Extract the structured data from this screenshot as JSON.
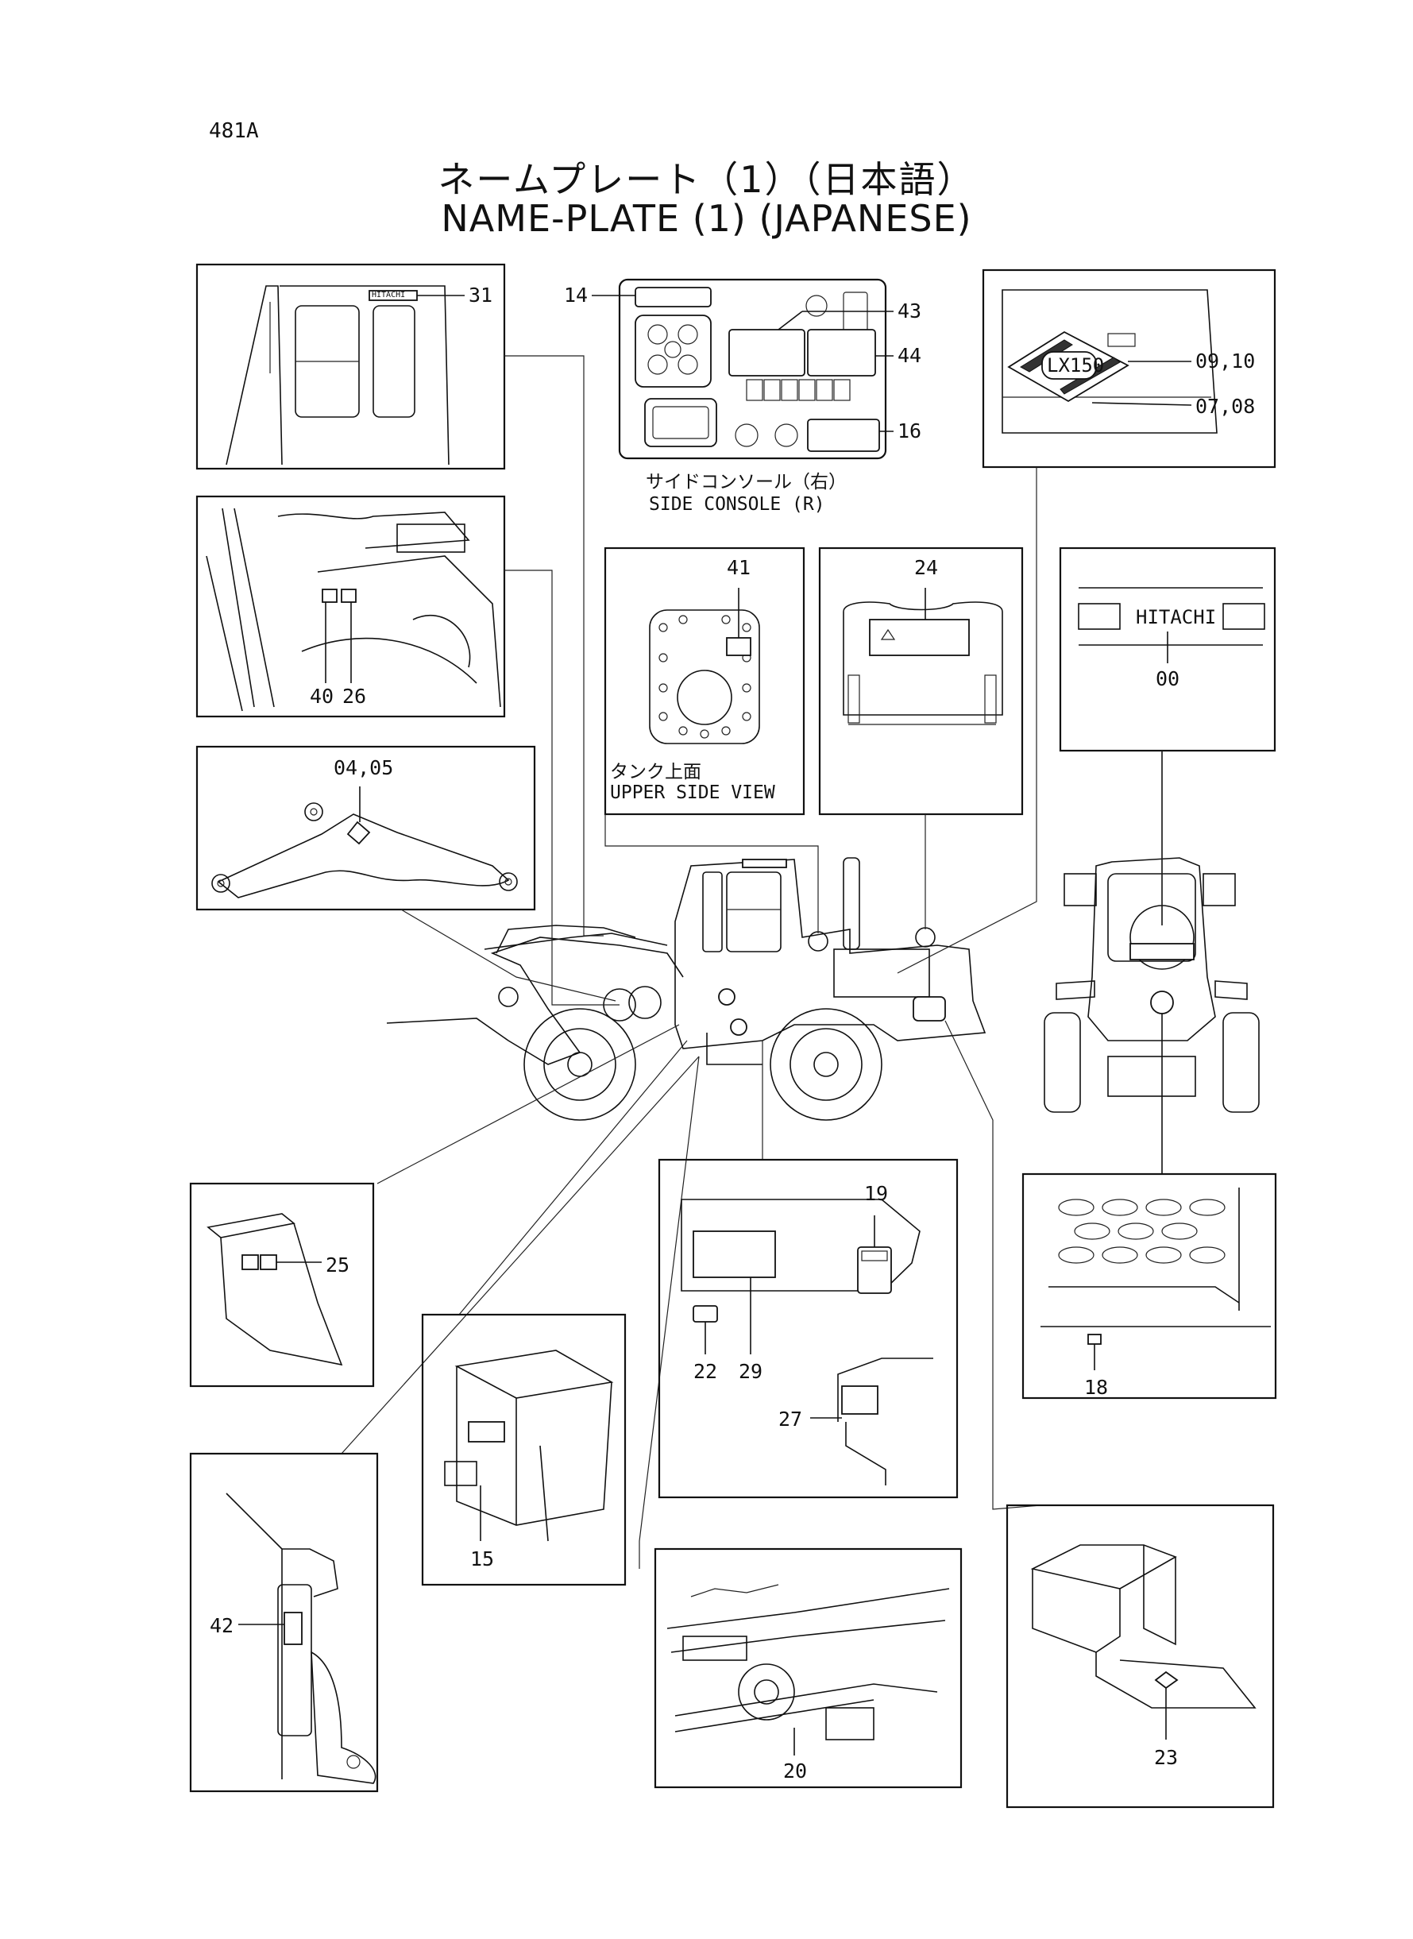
{
  "page_code": "481A",
  "title": {
    "japanese": "ネームプレート（1）（日本語）",
    "english": "NAME-PLATE (1) (JAPANESE)"
  },
  "callouts": [
    {
      "id": "c31",
      "label": "31"
    },
    {
      "id": "c14",
      "label": "14"
    },
    {
      "id": "c43",
      "label": "43"
    },
    {
      "id": "c44",
      "label": "44"
    },
    {
      "id": "c16",
      "label": "16"
    },
    {
      "id": "c0910",
      "label": "09,10"
    },
    {
      "id": "c0708",
      "label": "07,08"
    },
    {
      "id": "c41",
      "label": "41"
    },
    {
      "id": "c24",
      "label": "24"
    },
    {
      "id": "c00",
      "label": "00"
    },
    {
      "id": "c40",
      "label": "40"
    },
    {
      "id": "c26",
      "label": "26"
    },
    {
      "id": "c0405",
      "label": "04,05"
    },
    {
      "id": "c19",
      "label": "19"
    },
    {
      "id": "c25",
      "label": "25"
    },
    {
      "id": "c22",
      "label": "22"
    },
    {
      "id": "c29",
      "label": "29"
    },
    {
      "id": "c27",
      "label": "27"
    },
    {
      "id": "c18",
      "label": "18"
    },
    {
      "id": "c15",
      "label": "15"
    },
    {
      "id": "c42",
      "label": "42"
    },
    {
      "id": "c20",
      "label": "20"
    },
    {
      "id": "c23",
      "label": "23"
    }
  ],
  "captions": {
    "side_console_jp": "サイドコンソール（右）",
    "side_console_en": "SIDE CONSOLE (R)",
    "tank_jp": "タンク上面",
    "tank_en": "UPPER SIDE VIEW"
  },
  "plate_text": {
    "hitachi_cab": "HITACHI",
    "hitachi_rear": "HITACHI",
    "model": "LX150"
  }
}
